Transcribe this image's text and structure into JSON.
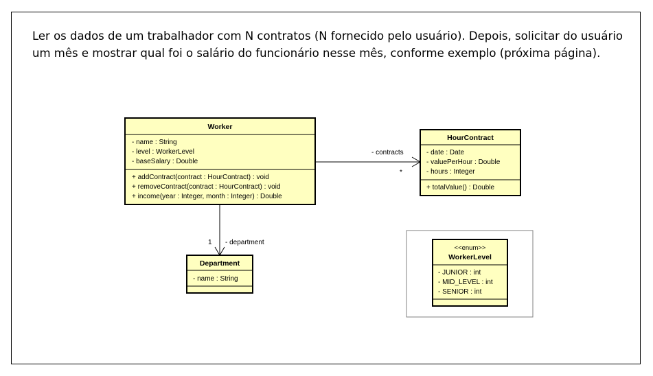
{
  "description": "Ler os dados de um trabalhador com N contratos (N fornecido pelo usuário). Depois, solicitar do usuário um mês e mostrar qual foi o salário do funcionário nesse mês, conforme exemplo (próxima página).",
  "classes": {
    "worker": {
      "name": "Worker",
      "attributes": [
        "- name : String",
        "- level : WorkerLevel",
        "- baseSalary : Double"
      ],
      "methods": [
        "+ addContract(contract : HourContract) : void",
        "+ removeContract(contract : HourContract) : void",
        "+ income(year : Integer, month : Integer) : Double"
      ]
    },
    "hour_contract": {
      "name": "HourContract",
      "attributes": [
        "- date : Date",
        "- valuePerHour : Double",
        "- hours : Integer"
      ],
      "methods": [
        "+ totalValue() : Double"
      ]
    },
    "department": {
      "name": "Department",
      "attributes": [
        "- name : String"
      ],
      "methods": []
    },
    "worker_level": {
      "stereotype": "<<enum>>",
      "name": "WorkerLevel",
      "attributes": [
        "- JUNIOR : int",
        "- MID_LEVEL : int",
        "- SENIOR : int"
      ]
    }
  },
  "associations": {
    "contracts": {
      "role": "- contracts",
      "multiplicity": "*"
    },
    "department": {
      "role": "- department",
      "multiplicity": "1"
    }
  },
  "colors": {
    "class_fill": "#ffffc0",
    "line": "#000000"
  }
}
